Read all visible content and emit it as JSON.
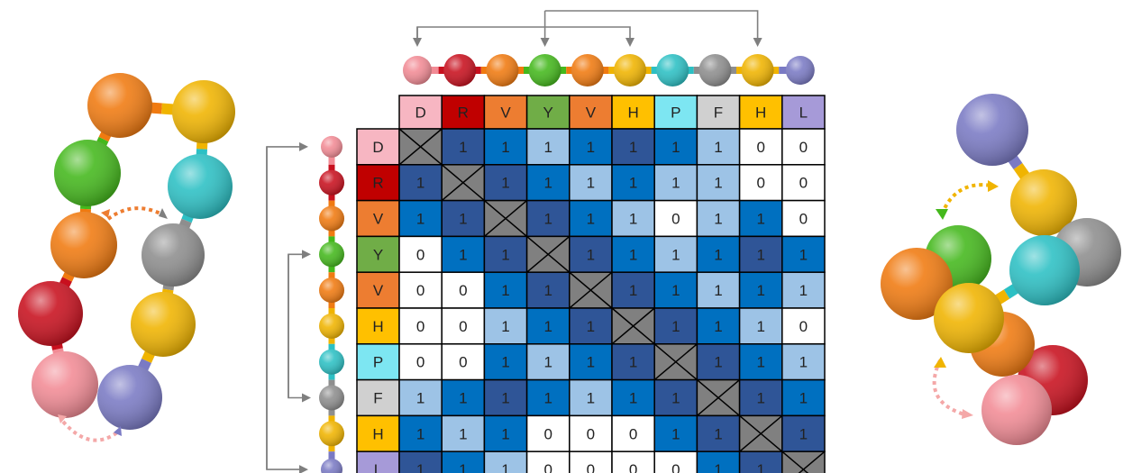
{
  "residues": [
    "D",
    "R",
    "V",
    "Y",
    "V",
    "H",
    "P",
    "F",
    "H",
    "L"
  ],
  "colors": {
    "D": "#f7b6c2",
    "R": "#c00000",
    "V": "#ed7d31",
    "Y": "#70ad47",
    "H": "#ffc000",
    "P": "#7de6f2",
    "F": "#d0d0d0",
    "L": "#a69ad8"
  },
  "bead_colors": {
    "D": "#f28b95",
    "R": "#c8101e",
    "V": "#f07a10",
    "Y": "#44b81c",
    "H": "#f0b400",
    "P": "#2cc0c4",
    "F": "#8e8e8e",
    "L": "#7a7ac4"
  },
  "matrix": [
    [
      "X",
      "1",
      "1",
      "1",
      "1",
      "1",
      "1",
      "1",
      "0",
      "0"
    ],
    [
      "1",
      "X",
      "1",
      "1",
      "1",
      "1",
      "1",
      "1",
      "0",
      "0"
    ],
    [
      "1",
      "1",
      "X",
      "1",
      "1",
      "1",
      "0",
      "1",
      "1",
      "0"
    ],
    [
      "0",
      "1",
      "1",
      "X",
      "1",
      "1",
      "1",
      "1",
      "1",
      "1"
    ],
    [
      "0",
      "0",
      "1",
      "1",
      "X",
      "1",
      "1",
      "1",
      "1",
      "1"
    ],
    [
      "0",
      "0",
      "1",
      "1",
      "1",
      "X",
      "1",
      "1",
      "1",
      "0"
    ],
    [
      "0",
      "0",
      "1",
      "1",
      "1",
      "1",
      "X",
      "1",
      "1",
      "1"
    ],
    [
      "1",
      "1",
      "1",
      "1",
      "1",
      "1",
      "1",
      "X",
      "1",
      "1"
    ],
    [
      "1",
      "1",
      "1",
      "0",
      "0",
      "0",
      "1",
      "1",
      "X",
      "1"
    ],
    [
      "1",
      "1",
      "1",
      "0",
      "0",
      "0",
      "0",
      "1",
      "1",
      "X"
    ]
  ],
  "shades": [
    [
      "x",
      "d",
      "m",
      "l",
      "m",
      "d",
      "m",
      "l",
      "w",
      "w"
    ],
    [
      "d",
      "x",
      "d",
      "m",
      "l",
      "m",
      "l",
      "l",
      "w",
      "w"
    ],
    [
      "m",
      "d",
      "x",
      "d",
      "m",
      "l",
      "w",
      "l",
      "m",
      "w"
    ],
    [
      "w",
      "m",
      "d",
      "x",
      "d",
      "m",
      "l",
      "m",
      "d",
      "m"
    ],
    [
      "w",
      "w",
      "m",
      "d",
      "x",
      "d",
      "m",
      "l",
      "m",
      "l"
    ],
    [
      "w",
      "w",
      "l",
      "m",
      "d",
      "x",
      "d",
      "m",
      "l",
      "w"
    ],
    [
      "w",
      "w",
      "m",
      "l",
      "m",
      "d",
      "x",
      "d",
      "m",
      "l"
    ],
    [
      "l",
      "m",
      "d",
      "m",
      "l",
      "m",
      "d",
      "x",
      "d",
      "m"
    ],
    [
      "m",
      "l",
      "m",
      "w",
      "w",
      "w",
      "m",
      "d",
      "x",
      "d"
    ],
    [
      "d",
      "m",
      "l",
      "w",
      "w",
      "w",
      "w",
      "m",
      "d",
      "x"
    ]
  ],
  "shade_colors": {
    "d": "#2f5597",
    "m": "#0070c0",
    "l": "#9dc3e6",
    "w": "#ffffff",
    "x": "#808080"
  },
  "arrow_color": "#7f7f7f",
  "text_color": "#222222"
}
